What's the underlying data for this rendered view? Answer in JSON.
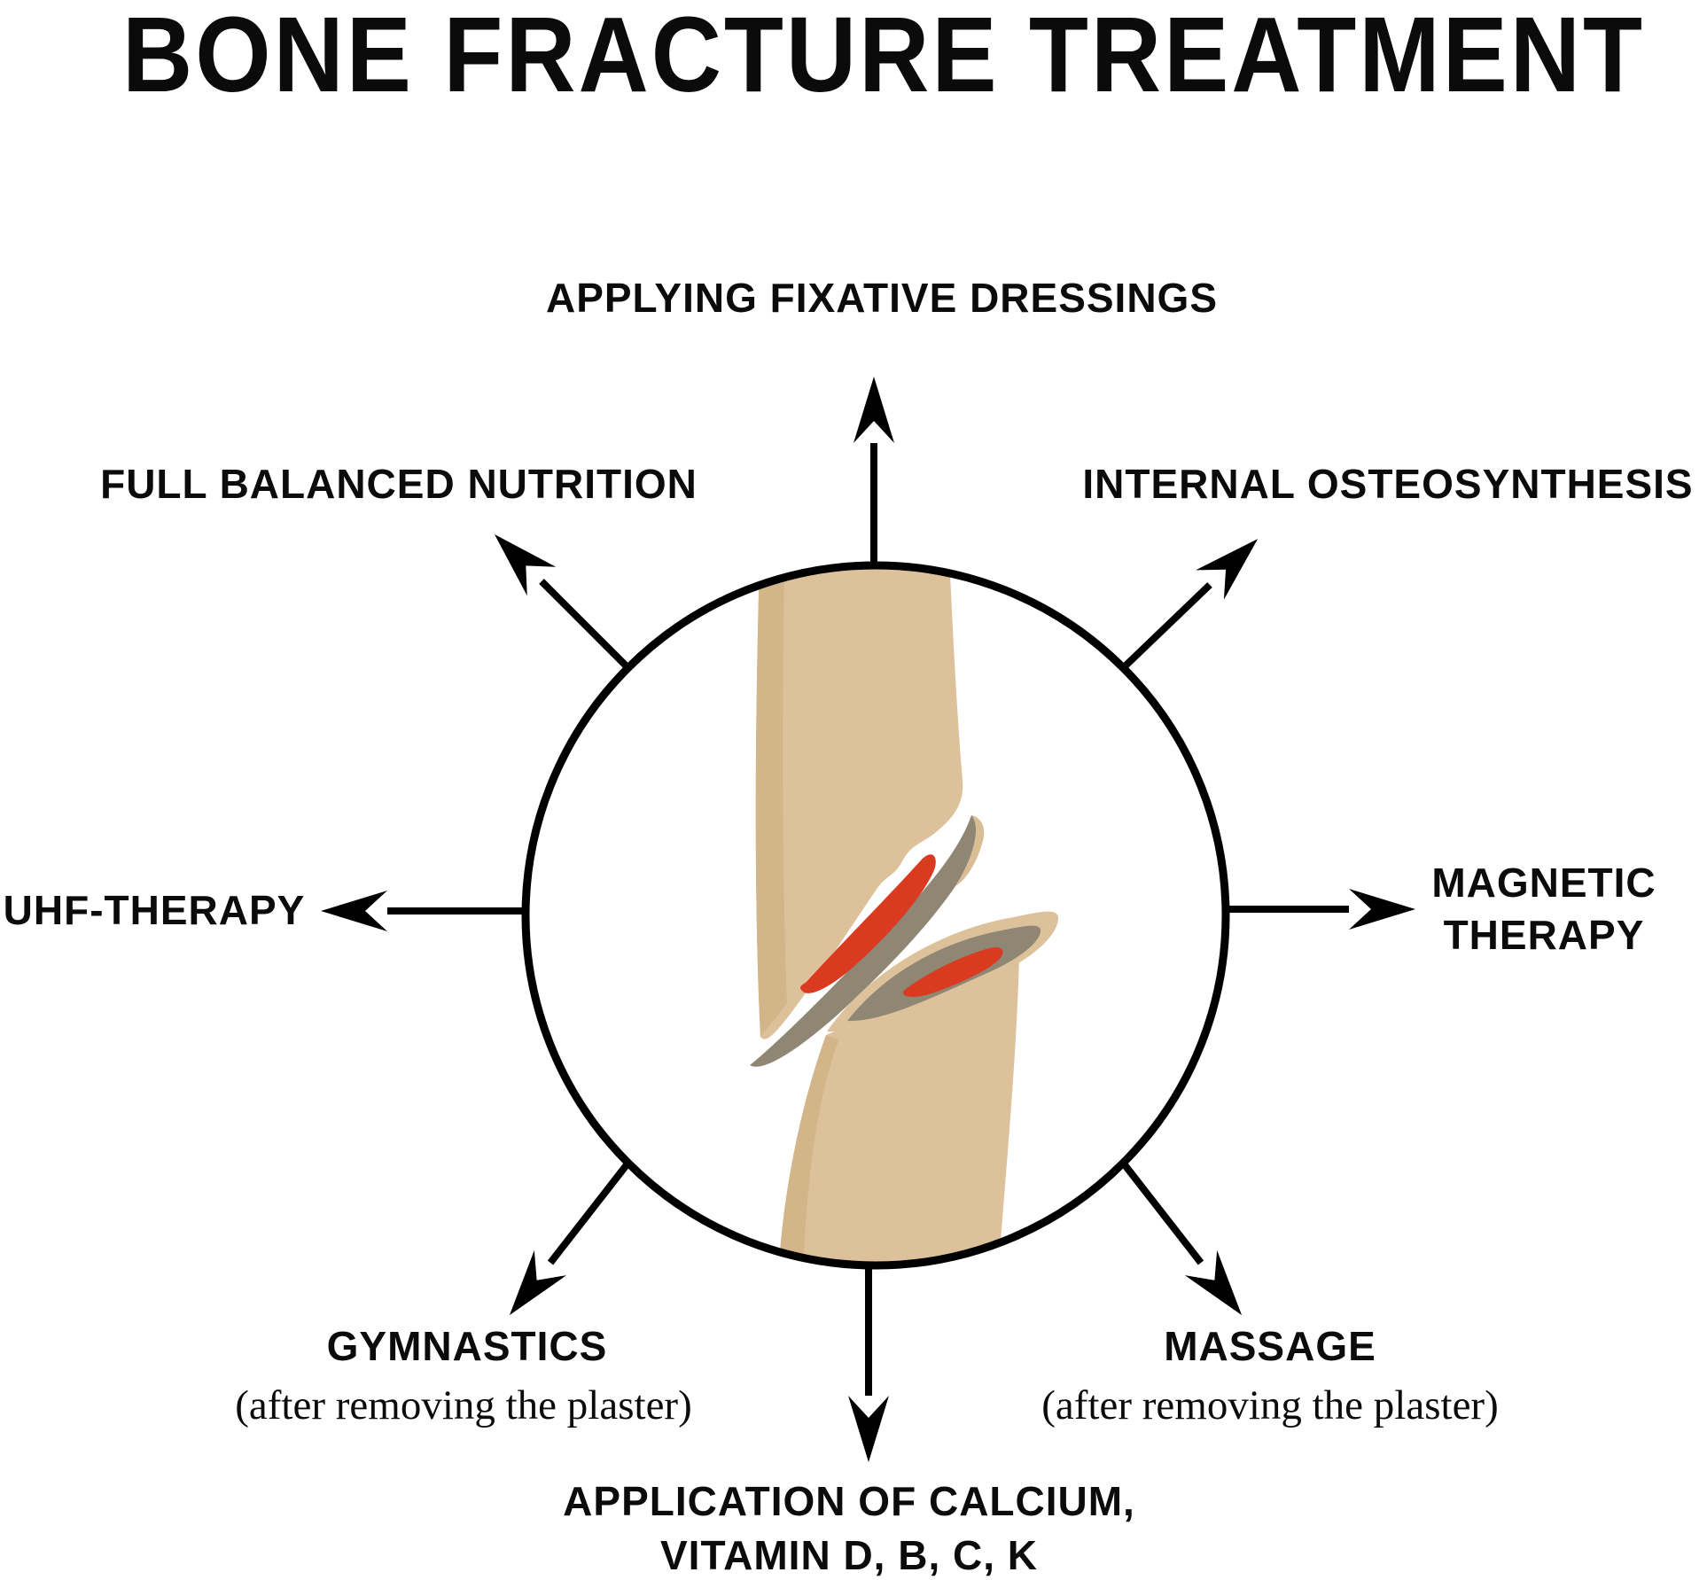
{
  "title": "BONE FRACTURE TREATMENT",
  "diagram": {
    "description": "Circle with illustration of a fractured bone; eight arrows radiate outward to treatment labels",
    "colors": {
      "background": "#FFFFFF",
      "line": "#000000",
      "bone": "#DCC19B",
      "bone_shadow": "#D2B68A",
      "bone_lip": "#D9BD95",
      "marrow_gray": "#8F8674",
      "marrow_red": "#D93A20"
    },
    "labels": {
      "top": "APPLYING FIXATIVE DRESSINGS",
      "top_left": "FULL BALANCED NUTRITION",
      "top_right": "INTERNAL OSTEOSYNTHESIS",
      "left": "UHF-THERAPY",
      "right_line1": "MAGNETIC",
      "right_line2": "THERAPY",
      "bottom_left_title": "GYMNASTICS",
      "bottom_left_note": "(after removing the plaster)",
      "bottom_right_title": "MASSAGE",
      "bottom_right_note": "(after removing the plaster)",
      "bottom_line1": "APPLICATION OF CALCIUM,",
      "bottom_line2": "VITAMIN D, B, C, K"
    }
  }
}
